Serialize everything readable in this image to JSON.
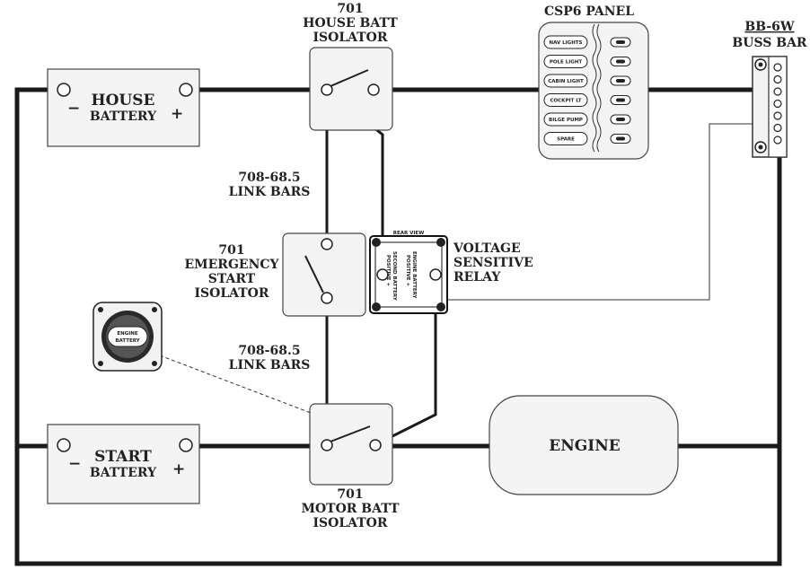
{
  "labels": {
    "house_battery": [
      "HOUSE",
      "BATTERY"
    ],
    "start_battery": [
      "START",
      "BATTERY"
    ],
    "neg": "−",
    "pos": "+",
    "house_batt_isolator": [
      "701",
      "HOUSE BATT",
      "ISOLATOR"
    ],
    "emergency_start_isolator": [
      "701",
      "EMERGENCY",
      "START",
      "ISOLATOR"
    ],
    "motor_batt_isolator": [
      "701",
      "MOTOR BATT",
      "ISOLATOR"
    ],
    "link_bars_top": [
      "708-68.5",
      "LINK BARS"
    ],
    "link_bars_bottom": [
      "708-68.5",
      "LINK BARS"
    ],
    "voltage_sensitive_relay": [
      "VOLTAGE",
      "SENSITIVE",
      "RELAY"
    ],
    "vsr_rear_view": "REAR VIEW",
    "vsr_left_text": [
      "SECOND BATTERY",
      "POSITIVE +"
    ],
    "vsr_right_text": [
      "ENGINE BATTERY",
      "POSITIVE +"
    ],
    "csp6_panel": "CSP6 PANEL",
    "bb6w": [
      "BB-6W",
      "BUSS BAR"
    ],
    "engine": "ENGINE",
    "switch_knob": [
      "ENGINE",
      "BATTERY"
    ]
  },
  "csp6_switches": [
    "NAV LIGHTS",
    "POLE LIGHT",
    "CABIN LIGHT",
    "COCKPIT LT",
    "BILGE PUMP",
    "SPARE"
  ],
  "colors": {
    "wire": "#1a1a1a",
    "box_fill": "#f4f4f4",
    "outline": "#444444"
  }
}
